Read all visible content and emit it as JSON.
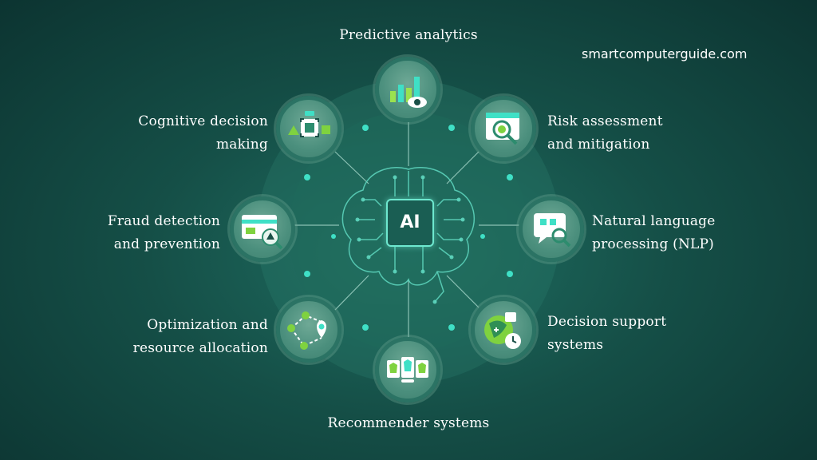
{
  "diagram": {
    "center_label": "AI",
    "website": "smartcomputerguide.com",
    "nodes": [
      {
        "id": "predictive-analytics",
        "label": "Predictive analytics",
        "icon": "bar-chart-eye-icon"
      },
      {
        "id": "risk-assessment",
        "line1": "Risk assessment",
        "line2": "and mitigation",
        "icon": "bug-magnifier-icon"
      },
      {
        "id": "nlp",
        "line1": "Natural language",
        "line2": "processing (NLP)",
        "icon": "chat-magnifier-icon"
      },
      {
        "id": "decision-support",
        "line1": "Decision support",
        "line2": "systems",
        "icon": "globe-clock-icon"
      },
      {
        "id": "recommender",
        "label": "Recommender systems",
        "icon": "tshirt-cards-icon"
      },
      {
        "id": "optimization",
        "line1": "Optimization and",
        "line2": "resource allocation",
        "icon": "route-pin-icon"
      },
      {
        "id": "fraud",
        "line1": "Fraud detection",
        "line2": "and prevention",
        "icon": "card-warning-icon"
      },
      {
        "id": "cognitive",
        "line1": "Cognitive decision",
        "line2": "making",
        "icon": "shapes-focus-icon"
      }
    ],
    "colors": {
      "background_center": "#1f6f62",
      "background_edge": "#0c3431",
      "accent": "#6ee8cf",
      "node_fill": "#4b8f7d",
      "icon_green": "#7fd23f",
      "label": "#ffffff"
    }
  }
}
